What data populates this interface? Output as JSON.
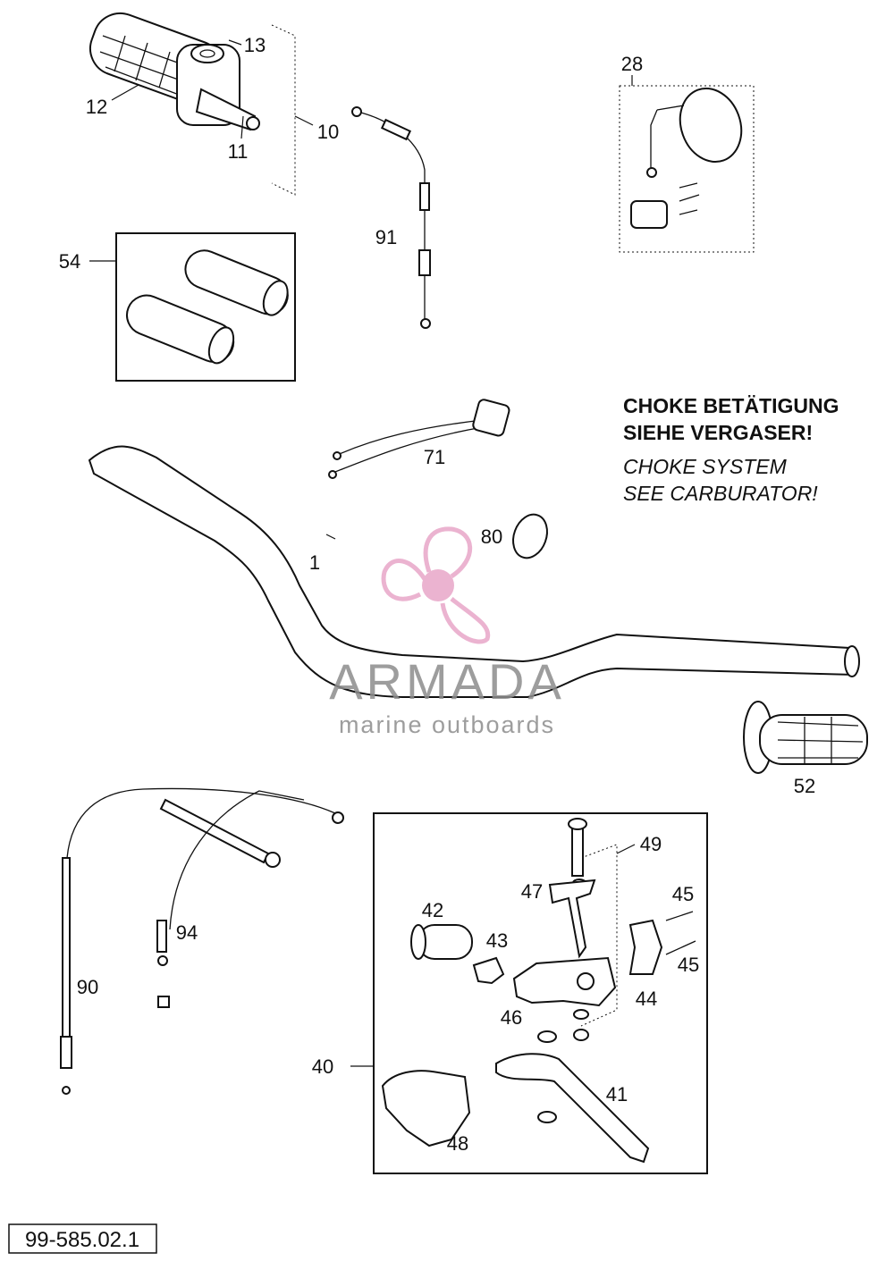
{
  "diagram": {
    "part_labels": [
      {
        "id": "p13",
        "text": "13"
      },
      {
        "id": "p12",
        "text": "12"
      },
      {
        "id": "p10",
        "text": "10"
      },
      {
        "id": "p11",
        "text": "11"
      },
      {
        "id": "p91",
        "text": "91"
      },
      {
        "id": "p28",
        "text": "28"
      },
      {
        "id": "p54",
        "text": "54"
      },
      {
        "id": "p71",
        "text": "71"
      },
      {
        "id": "p80",
        "text": "80"
      },
      {
        "id": "p1",
        "text": "1"
      },
      {
        "id": "p52",
        "text": "52"
      },
      {
        "id": "p49",
        "text": "49"
      },
      {
        "id": "p47",
        "text": "47"
      },
      {
        "id": "p45a",
        "text": "45"
      },
      {
        "id": "p42",
        "text": "42"
      },
      {
        "id": "p43",
        "text": "43"
      },
      {
        "id": "p45b",
        "text": "45"
      },
      {
        "id": "p94",
        "text": "94"
      },
      {
        "id": "p44",
        "text": "44"
      },
      {
        "id": "p46",
        "text": "46"
      },
      {
        "id": "p90",
        "text": "90"
      },
      {
        "id": "p40",
        "text": "40"
      },
      {
        "id": "p41",
        "text": "41"
      },
      {
        "id": "p48",
        "text": "48"
      }
    ],
    "note_de_line1": "CHOKE BETÄTIGUNG",
    "note_de_line2": "SIEHE VERGASER!",
    "note_en_line1": "CHOKE SYSTEM",
    "note_en_line2": "SEE CARBURATOR!",
    "drawing_code": "99-585.02.1"
  },
  "watermark": {
    "brand": "ARMADA",
    "tagline": "marine outboards",
    "logo_color": "#e8a6c8",
    "text_color": "#8c8c8c"
  }
}
